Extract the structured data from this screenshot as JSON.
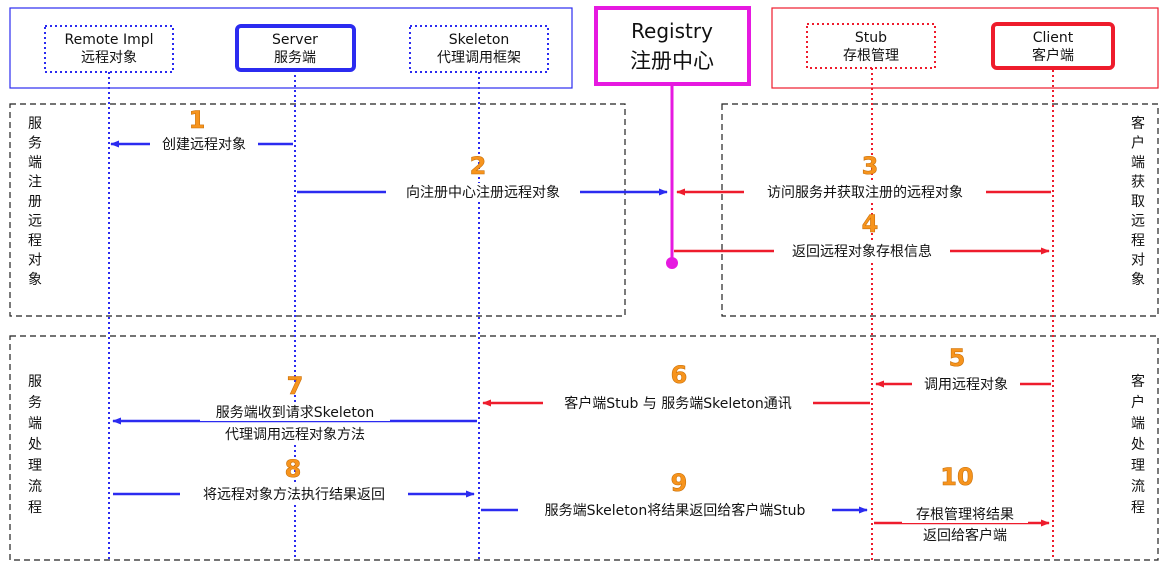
{
  "participants": {
    "remote_impl": {
      "line1": "Remote Impl",
      "line2": "远程对象"
    },
    "server": {
      "line1": "Server",
      "line2": "服务端"
    },
    "skeleton": {
      "line1": "Skeleton",
      "line2": "代理调用框架"
    },
    "registry": {
      "line1": "Registry",
      "line2": "注册中心"
    },
    "stub": {
      "line1": "Stub",
      "line2": "存根管理"
    },
    "client": {
      "line1": "Client",
      "line2": "客户端"
    }
  },
  "sections": {
    "server_register": "服务端注册远程对象",
    "client_fetch": "客户端获取远程对象",
    "server_process": "服务端处理流程",
    "client_process": "客户端处理流程"
  },
  "steps": [
    {
      "num": "1",
      "label": "创建远程对象"
    },
    {
      "num": "2",
      "label": "向注册中心注册远程对象"
    },
    {
      "num": "3",
      "label": "访问服务并获取注册的远程对象"
    },
    {
      "num": "4",
      "label": "返回远程对象存根信息"
    },
    {
      "num": "5",
      "label": "调用远程对象"
    },
    {
      "num": "6",
      "label": "客户端Stub 与 服务端Skeleton通讯"
    },
    {
      "num": "7",
      "label_line1": "服务端收到请求Skeleton",
      "label_line2": "代理调用远程对象方法"
    },
    {
      "num": "8",
      "label": "将远程对象方法执行结果返回"
    },
    {
      "num": "9",
      "label": "服务端Skeleton将结果返回给客户端Stub"
    },
    {
      "num": "10",
      "label_line1": "存根管理将结果",
      "label_line2": "返回给客户端"
    }
  ],
  "colors": {
    "server_side": "#2b2bf0",
    "client_side": "#ee1c2c",
    "registry": "#e619e0",
    "step_number": "#f7941d"
  }
}
